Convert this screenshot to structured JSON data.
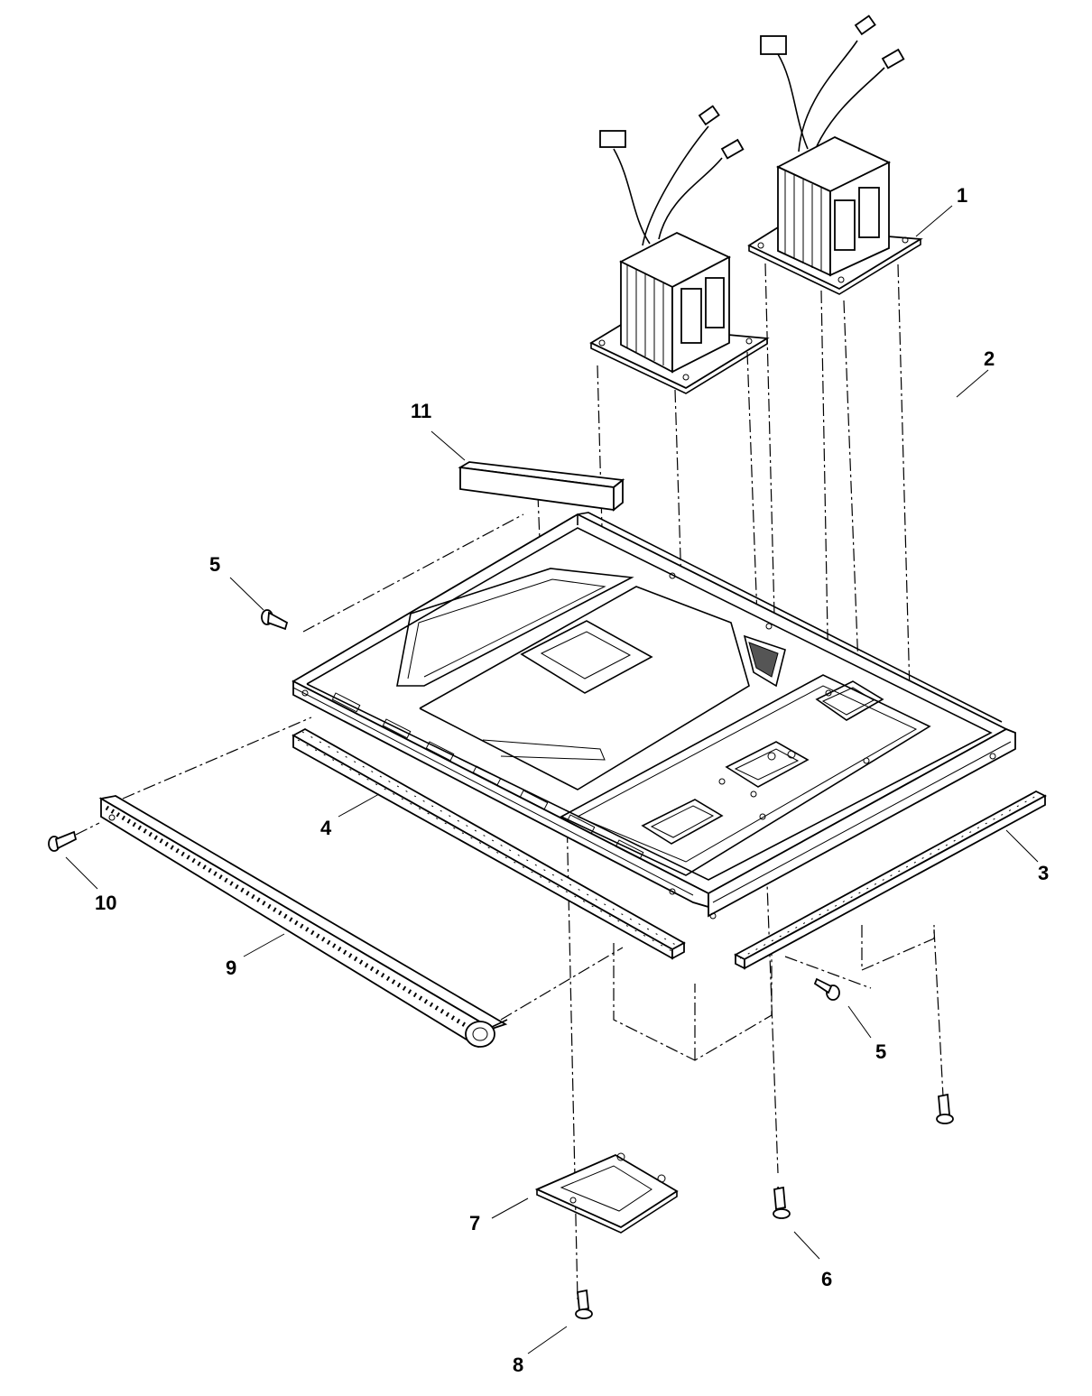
{
  "diagram": {
    "callouts": [
      {
        "id": "c1",
        "text": "1"
      },
      {
        "id": "c2",
        "text": "2"
      },
      {
        "id": "c3",
        "text": "3"
      },
      {
        "id": "c4",
        "text": "4"
      },
      {
        "id": "c5a",
        "text": "5"
      },
      {
        "id": "c5b",
        "text": "5"
      },
      {
        "id": "c6",
        "text": "6"
      },
      {
        "id": "c7",
        "text": "7"
      },
      {
        "id": "c8",
        "text": "8"
      },
      {
        "id": "c9",
        "text": "9"
      },
      {
        "id": "c10",
        "text": "10"
      },
      {
        "id": "c11",
        "text": "11"
      }
    ]
  }
}
